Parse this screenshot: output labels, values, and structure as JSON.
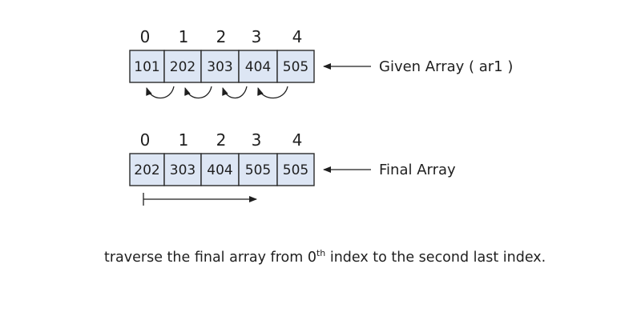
{
  "given_array": {
    "indices": [
      "0",
      "1",
      "2",
      "3",
      "4"
    ],
    "values": [
      "101",
      "202",
      "303",
      "404",
      "505"
    ],
    "label": "Given Array ( ar1 )",
    "shift_arrows": 4
  },
  "final_array": {
    "indices": [
      "0",
      "1",
      "2",
      "3",
      "4"
    ],
    "values": [
      "202",
      "303",
      "404",
      "505",
      "505"
    ],
    "label": "Final Array"
  },
  "caption": {
    "before": "traverse the final array from 0",
    "sup": "th",
    "after": " index to the second last index."
  },
  "colors": {
    "cell_fill": "#dde6f4",
    "stroke": "#2b2b2b",
    "text": "#1f1f1f"
  }
}
